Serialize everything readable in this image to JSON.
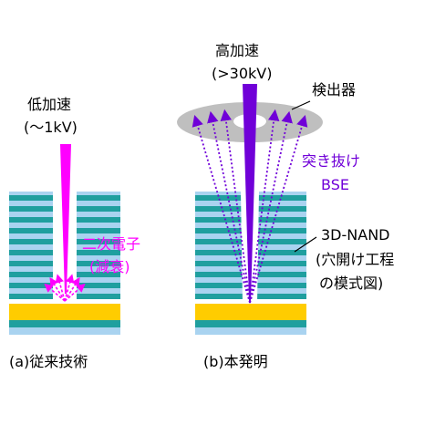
{
  "colors": {
    "layer_light": "#a9d3f0",
    "layer_teal": "#1f9f9f",
    "gold": "#ffcc00",
    "magenta": "#ff00ff",
    "violet": "#7000d8",
    "detector": "#bfbfbf",
    "text": "#000000"
  },
  "left_panel": {
    "beam_label_line1": "低加速",
    "beam_label_line2": "(～1kV)",
    "secondary_line1": "二次電子",
    "secondary_line2": "(減衰)",
    "caption": "(a)従来技術"
  },
  "right_panel": {
    "beam_label_line1": "高加速",
    "beam_label_line2": "(>30kV)",
    "detector_label": "検出器",
    "bse_line1": "突き抜け",
    "bse_line2": "BSE",
    "nand_line1": "3D-NAND",
    "nand_line2": "(穴開け工程",
    "nand_line3": "の模式図)",
    "caption": "(b)本発明"
  }
}
